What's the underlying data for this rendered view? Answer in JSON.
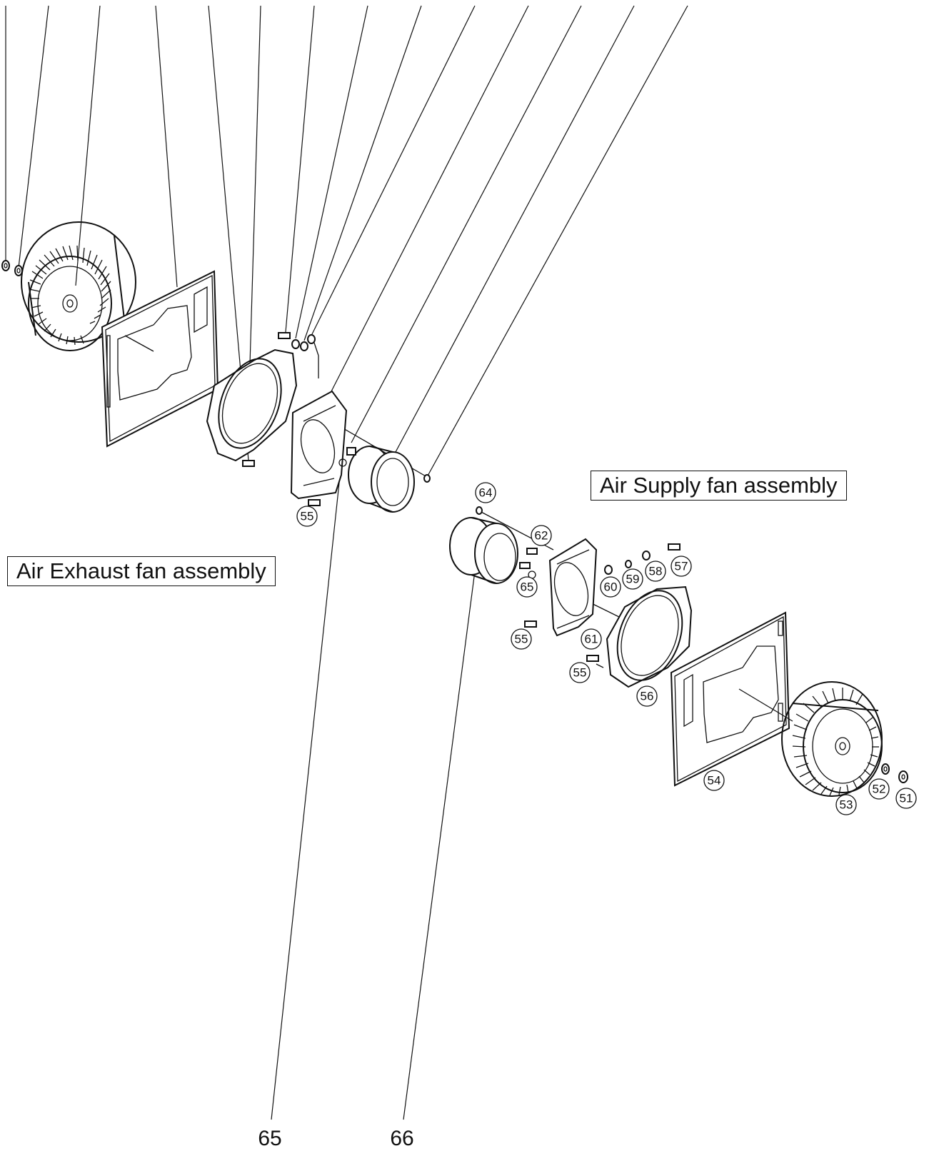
{
  "labels": {
    "exhaust": "Air Exhaust fan assembly",
    "supply": "Air Supply fan assembly"
  },
  "bottom_numbers": [
    "65",
    "66"
  ],
  "callouts": [
    "55",
    "64",
    "62",
    "65",
    "60",
    "59",
    "58",
    "57",
    "55",
    "61",
    "55",
    "56",
    "54",
    "53",
    "52",
    "51"
  ]
}
